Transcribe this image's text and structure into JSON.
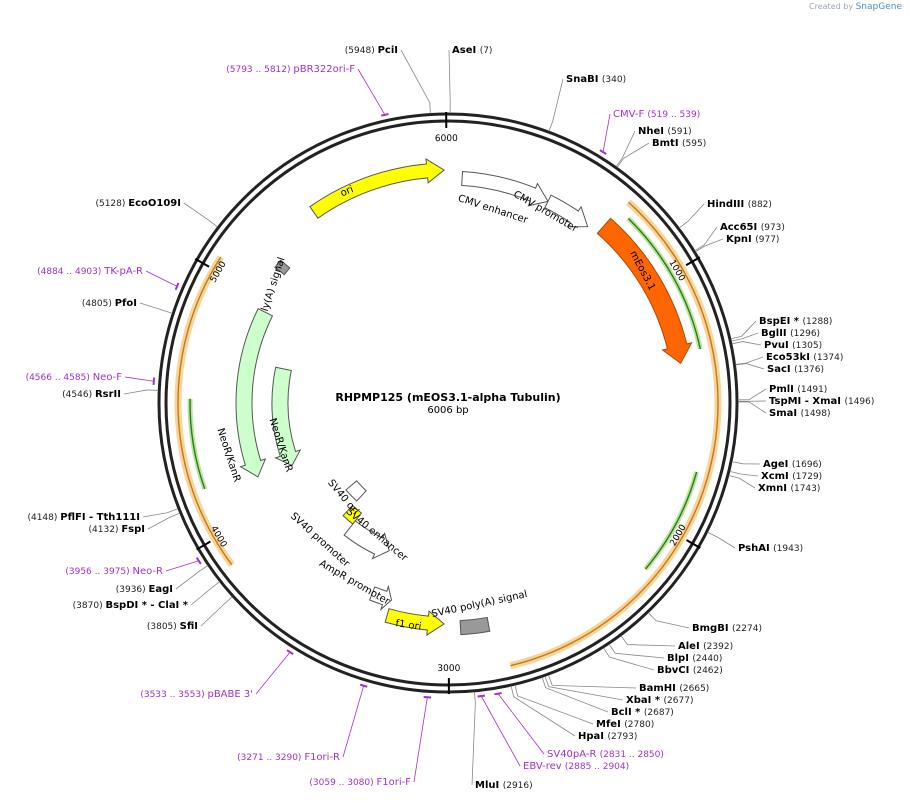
{
  "credit": {
    "prefix": "Created by",
    "brand": "SnapGene"
  },
  "plasmid": {
    "name": "RHPMP125 (mEOS3.1-alpha Tubulin)",
    "size_label": "6006 bp",
    "length": 6006
  },
  "ticks": [
    {
      "pos": 6000,
      "label": "6000"
    },
    {
      "pos": 1000,
      "label": "1000"
    },
    {
      "pos": 2000,
      "label": "2000"
    },
    {
      "pos": 3000,
      "label": "3000"
    },
    {
      "pos": 4000,
      "label": "4000"
    },
    {
      "pos": 5000,
      "label": "5000"
    }
  ],
  "sites": [
    {
      "name": "PciI",
      "pos": "(5948)",
      "loc": 5948
    },
    {
      "name": "AseI",
      "pos": "(7)",
      "loc": 7
    },
    {
      "name": "SnaBI",
      "pos": "(340)",
      "loc": 340
    },
    {
      "name": "NheI",
      "pos": "(591)",
      "loc": 591
    },
    {
      "name": "BmtI",
      "pos": "(595)",
      "loc": 595
    },
    {
      "name": "HindIII",
      "pos": "(882)",
      "loc": 882
    },
    {
      "name": "Acc65I",
      "pos": "(973)",
      "loc": 973
    },
    {
      "name": "KpnI",
      "pos": "(977)",
      "loc": 977
    },
    {
      "name": "BspEI *",
      "pos": "(1288)",
      "loc": 1288
    },
    {
      "name": "BglII",
      "pos": "(1296)",
      "loc": 1296
    },
    {
      "name": "PvuI",
      "pos": "(1305)",
      "loc": 1305
    },
    {
      "name": "Eco53kI",
      "pos": "(1374)",
      "loc": 1374
    },
    {
      "name": "SacI",
      "pos": "(1376)",
      "loc": 1376
    },
    {
      "name": "PmlI",
      "pos": "(1491)",
      "loc": 1491
    },
    {
      "name": "TspMI - XmaI",
      "pos": "(1496)",
      "loc": 1496
    },
    {
      "name": "SmaI",
      "pos": "(1498)",
      "loc": 1498
    },
    {
      "name": "AgeI",
      "pos": "(1696)",
      "loc": 1696
    },
    {
      "name": "XcmI",
      "pos": "(1729)",
      "loc": 1729
    },
    {
      "name": "XmnI",
      "pos": "(1743)",
      "loc": 1743
    },
    {
      "name": "PshAI",
      "pos": "(1943)",
      "loc": 1943
    },
    {
      "name": "BmgBI",
      "pos": "(2274)",
      "loc": 2274
    },
    {
      "name": "AleI",
      "pos": "(2392)",
      "loc": 2392
    },
    {
      "name": "BlpI",
      "pos": "(2440)",
      "loc": 2440
    },
    {
      "name": "BbvCI",
      "pos": "(2462)",
      "loc": 2462
    },
    {
      "name": "BamHI",
      "pos": "(2665)",
      "loc": 2665
    },
    {
      "name": "XbaI *",
      "pos": "(2677)",
      "loc": 2677
    },
    {
      "name": "BclI *",
      "pos": "(2687)",
      "loc": 2687
    },
    {
      "name": "MfeI",
      "pos": "(2780)",
      "loc": 2780
    },
    {
      "name": "HpaI",
      "pos": "(2793)",
      "loc": 2793
    },
    {
      "name": "MluI",
      "pos": "(2916)",
      "loc": 2916
    },
    {
      "name": "SfiI",
      "pos": "(3805)",
      "loc": 3805
    },
    {
      "name": "BspDI * - ClaI *",
      "pos": "(3870)",
      "loc": 3870
    },
    {
      "name": "EagI",
      "pos": "(3936)",
      "loc": 3936
    },
    {
      "name": "FspI",
      "pos": "(4132)",
      "loc": 4132
    },
    {
      "name": "PflFI - Tth111I",
      "pos": "(4148)",
      "loc": 4148
    },
    {
      "name": "RsrII",
      "pos": "(4546)",
      "loc": 4546
    },
    {
      "name": "PfoI",
      "pos": "(4805)",
      "loc": 4805
    },
    {
      "name": "EcoO109I",
      "pos": "(5128)",
      "loc": 5128
    }
  ],
  "primers": [
    {
      "name": "pBR322ori-F",
      "range": "(5793 .. 5812)",
      "loc": 5800
    },
    {
      "name": "CMV-F",
      "range": "(519 .. 539)",
      "loc": 529
    },
    {
      "name": "TK-pA-R",
      "range": "(4884 .. 4903)",
      "loc": 4893
    },
    {
      "name": "Neo-F",
      "range": "(4566 .. 4585)",
      "loc": 4575
    },
    {
      "name": "Neo-R",
      "range": "(3956 .. 3975)",
      "loc": 3965
    },
    {
      "name": "pBABE 3'",
      "range": "(3533 .. 3553)",
      "loc": 3543
    },
    {
      "name": "F1ori-R",
      "range": "(3271 .. 3290)",
      "loc": 3280
    },
    {
      "name": "F1ori-F",
      "range": "(3059 .. 3080)",
      "loc": 3070
    },
    {
      "name": "SV40pA-R",
      "range": "(2831 .. 2850)",
      "loc": 2840
    },
    {
      "name": "EBV-rev",
      "range": "(2885 .. 2904)",
      "loc": 2895
    }
  ],
  "features": [
    {
      "name": "CMV enhancer",
      "start": 60,
      "end": 440,
      "dir": 1,
      "color": "#ffffff"
    },
    {
      "name": "CMV promoter",
      "start": 440,
      "end": 640,
      "dir": 1,
      "color": "#ffffff"
    },
    {
      "name": "mEos3.1",
      "start": 690,
      "end": 1340,
      "dir": 1,
      "color": "#ff6600"
    },
    {
      "name": "ori",
      "start": 5420,
      "end": 5990,
      "dir": 1,
      "color": "#ffff00"
    },
    {
      "name": "HSV TK poly(A) signal",
      "start": 5140,
      "end": 5180,
      "dir": 0,
      "color": "#999999"
    },
    {
      "name": "NeoR/KanR",
      "start": 4150,
      "end": 4945,
      "dir": -1,
      "color": "#ccffcc"
    },
    {
      "name": "SV40 ori",
      "start": 3640,
      "end": 3720,
      "dir": 0,
      "color": "#ffff00"
    },
    {
      "name": "SV40 promoter",
      "start": 3365,
      "end": 3640,
      "dir": -1,
      "color": "#ffffff"
    },
    {
      "name": "SV40 enhancer",
      "start": 3720,
      "end": 3830,
      "dir": 0,
      "color": "#ffffff"
    },
    {
      "name": "AmpR promoter",
      "start": 3270,
      "end": 3365,
      "dir": -1,
      "color": "#ffffff"
    },
    {
      "name": "f1 ori",
      "start": 3020,
      "end": 3270,
      "dir": -1,
      "color": "#ffff00"
    },
    {
      "name": "SV40 poly(A) signal",
      "start": 2830,
      "end": 2950,
      "dir": 0,
      "color": "#999999"
    }
  ]
}
